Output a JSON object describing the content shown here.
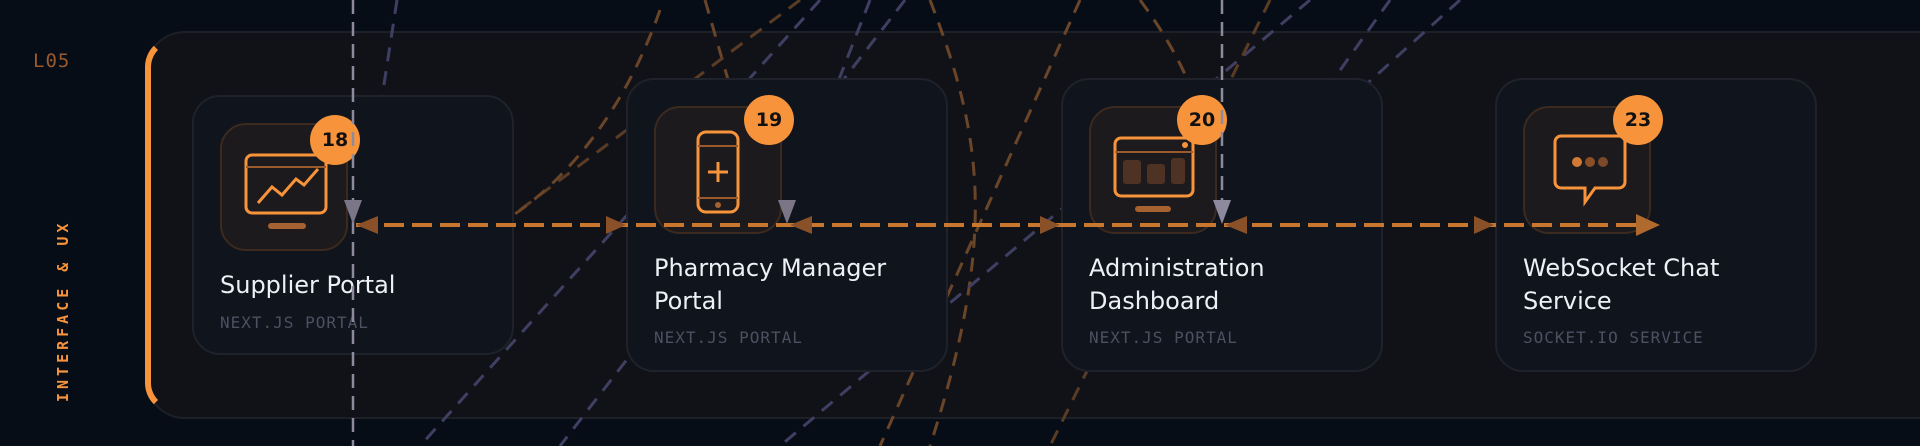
{
  "lane": {
    "id": "L05",
    "title": "INTERFACE & UX",
    "accent_color": "#f7943b"
  },
  "nodes": [
    {
      "number": "18",
      "title": "Supplier Portal",
      "subtitle": "NEXT.JS PORTAL",
      "icon": "chart-monitor-icon"
    },
    {
      "number": "19",
      "title": "Pharmacy Manager Portal",
      "subtitle": "NEXT.JS PORTAL",
      "icon": "mobile-plus-icon"
    },
    {
      "number": "20",
      "title": "Administration Dashboard",
      "subtitle": "NEXT.JS PORTAL",
      "icon": "dashboard-window-icon"
    },
    {
      "number": "23",
      "title": "WebSocket Chat Service",
      "subtitle": "SOCKET.IO SERVICE",
      "icon": "chat-bubble-icon"
    }
  ],
  "colors": {
    "background": "#070d16",
    "lane_bg": "#111217",
    "card_bg": "#0f141d",
    "badge": "#f7943b",
    "connector_orange": "#c9772f",
    "connector_purple": "#4a4a6e",
    "connector_gray": "#8e8a9e"
  }
}
